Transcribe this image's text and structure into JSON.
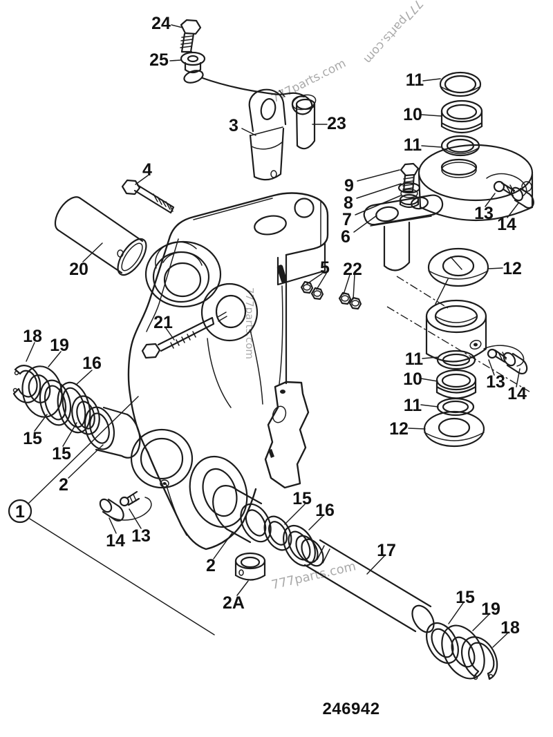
{
  "figure_number": "246942",
  "watermark_text": "777parts.com",
  "colors": {
    "line": "#1c1c1c",
    "label": "#111111",
    "watermark": "#9b9b9b",
    "background": "#ffffff"
  },
  "callouts": [
    {
      "label": "24"
    },
    {
      "label": "25"
    },
    {
      "label": "3"
    },
    {
      "label": "23"
    },
    {
      "label": "11"
    },
    {
      "label": "10"
    },
    {
      "label": "11"
    },
    {
      "label": "9"
    },
    {
      "label": "8"
    },
    {
      "label": "7"
    },
    {
      "label": "6"
    },
    {
      "label": "13"
    },
    {
      "label": "14"
    },
    {
      "label": "4"
    },
    {
      "label": "20"
    },
    {
      "label": "5"
    },
    {
      "label": "22"
    },
    {
      "label": "21"
    },
    {
      "label": "12"
    },
    {
      "label": "13"
    },
    {
      "label": "14"
    },
    {
      "label": "11"
    },
    {
      "label": "10"
    },
    {
      "label": "11"
    },
    {
      "label": "12"
    },
    {
      "label": "18"
    },
    {
      "label": "19"
    },
    {
      "label": "16"
    },
    {
      "label": "15"
    },
    {
      "label": "15"
    },
    {
      "label": "2"
    },
    {
      "label": "1"
    },
    {
      "label": "14"
    },
    {
      "label": "13"
    },
    {
      "label": "2"
    },
    {
      "label": "2A"
    },
    {
      "label": "15"
    },
    {
      "label": "16"
    },
    {
      "label": "17"
    },
    {
      "label": "15"
    },
    {
      "label": "19"
    },
    {
      "label": "18"
    }
  ]
}
